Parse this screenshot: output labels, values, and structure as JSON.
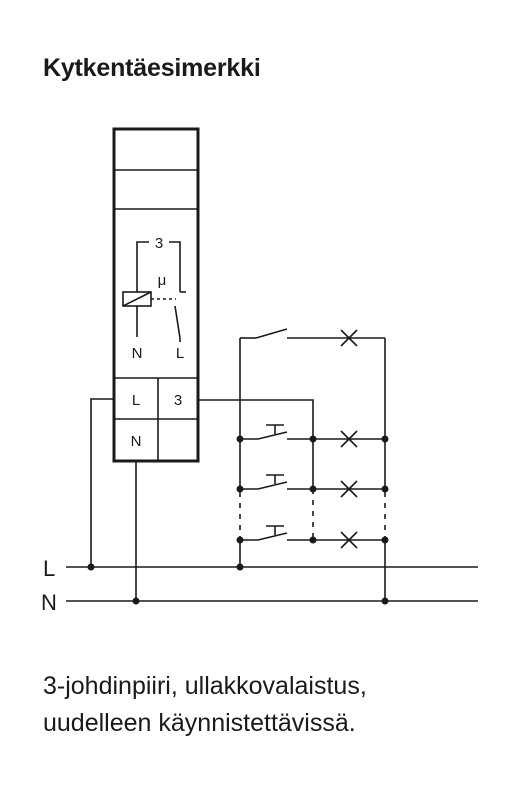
{
  "title": "Kytkentäesimerkki",
  "device": {
    "contact_label": "3",
    "relay_symbol": "μ",
    "coil_terminal": "N",
    "contact_terminal": "L",
    "terminals": [
      "L",
      "3",
      "N"
    ]
  },
  "lines": {
    "live": "L",
    "neutral": "N"
  },
  "caption": {
    "line1": "3-johdinpiiri, ullakkovalaistus,",
    "line2": "uudelleen käynnistettävissä."
  }
}
